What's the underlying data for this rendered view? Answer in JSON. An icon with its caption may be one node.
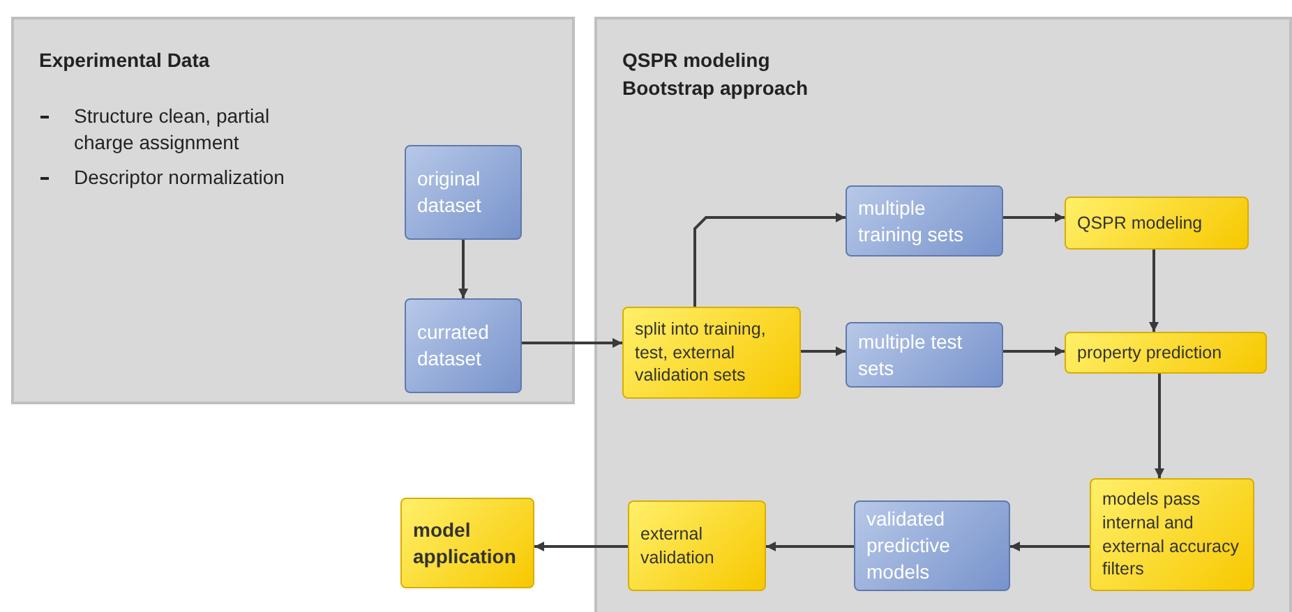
{
  "diagram": {
    "nodes": [
      {
        "text": [
          "Experimental Data",
          "Structure clean, partial charge assignment",
          "Descriptor normalization"
        ]
      },
      {
        "text": [
          "QSPR modeling Bootstrap approach"
        ]
      },
      {
        "text": [
          "original dataset"
        ],
        "in": 0
      },
      {
        "text": [
          "currated dataset"
        ],
        "in": 0
      },
      {
        "text": [
          "split into training, test, external validation sets"
        ],
        "in": 1
      },
      {
        "text": [
          "multiple training sets"
        ],
        "in": 1
      },
      {
        "text": [
          "multiple test sets"
        ],
        "in": 1
      },
      {
        "text": [
          "QSPR modeling"
        ],
        "in": 1
      },
      {
        "text": [
          "property prediction"
        ],
        "in": 1
      },
      {
        "text": [
          "models pass internal and external accuracy filters"
        ],
        "in": 1
      },
      {
        "text": [
          "validated predictive models"
        ],
        "in": 1
      },
      {
        "text": [
          "external validation"
        ],
        "in": 1
      },
      {
        "text": [
          "model application"
        ]
      }
    ],
    "edges": [
      {
        "from": 2,
        "to": 3,
        "arrow": "to"
      },
      {
        "from": 3,
        "to": 4,
        "arrow": "to"
      },
      {
        "from": 4,
        "to": 5,
        "arrow": "to"
      },
      {
        "from": 4,
        "to": 6,
        "arrow": "to"
      },
      {
        "from": 5,
        "to": 7,
        "arrow": "to"
      },
      {
        "from": 7,
        "to": 8,
        "arrow": "to"
      },
      {
        "from": 6,
        "to": 8,
        "arrow": "to"
      },
      {
        "from": 8,
        "to": 9,
        "arrow": "to"
      },
      {
        "from": 9,
        "to": 10,
        "arrow": "to"
      },
      {
        "from": 10,
        "to": 11,
        "arrow": "to"
      },
      {
        "from": 11,
        "to": 12,
        "arrow": "to"
      }
    ]
  }
}
